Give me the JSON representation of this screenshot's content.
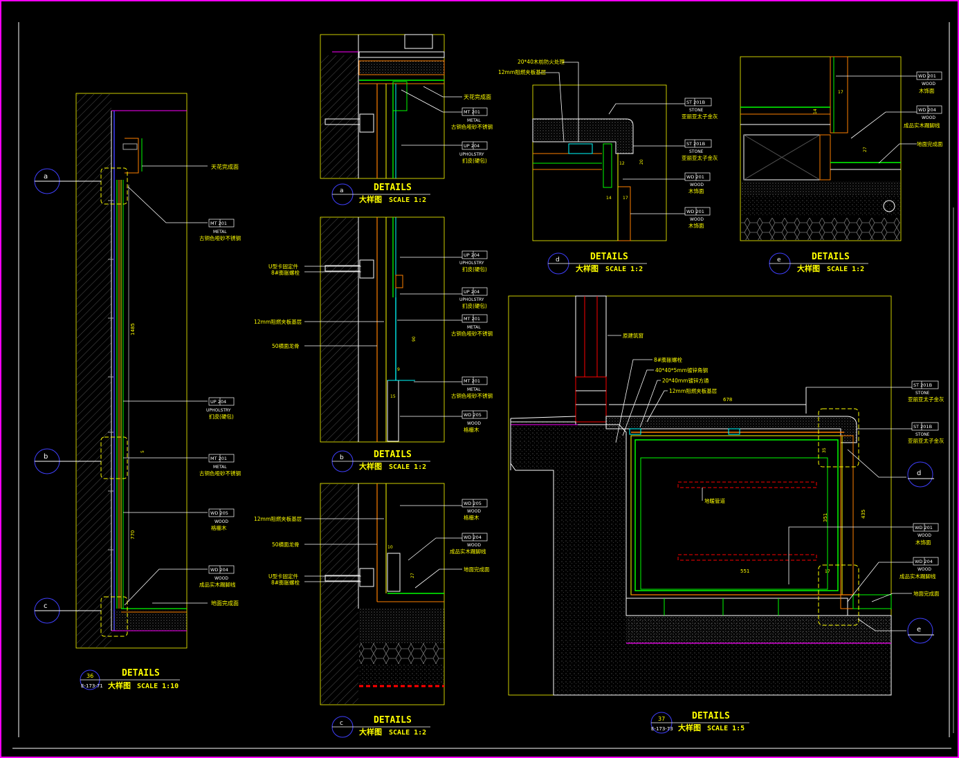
{
  "sheet": {
    "frame_color": "#ff00ff",
    "colors": {
      "yellow": "#ffff00",
      "white": "#ffffff",
      "cyan": "#00ffff",
      "green": "#00ff00",
      "red": "#ff0000",
      "magenta": "#ff00ff",
      "orange": "#ff8000",
      "blue": "#4040ff"
    }
  },
  "details": {
    "d36": {
      "marker_num": "36",
      "marker_ref": "E-173-71",
      "title": "DETAILS",
      "subtitle": "大样图",
      "scale": "SCALE  1:10"
    },
    "da": {
      "marker": "a",
      "title": "DETAILS",
      "subtitle": "大样图",
      "scale": "SCALE  1:2"
    },
    "db": {
      "marker": "b",
      "title": "DETAILS",
      "subtitle": "大样图",
      "scale": "SCALE  1:2"
    },
    "dc": {
      "marker": "c",
      "title": "DETAILS",
      "subtitle": "大样图",
      "scale": "SCALE  1:2"
    },
    "dd": {
      "marker": "d",
      "title": "DETAILS",
      "subtitle": "大样图",
      "scale": "SCALE  1:2"
    },
    "de": {
      "marker": "e",
      "title": "DETAILS",
      "subtitle": "大样图",
      "scale": "SCALE  1:2"
    },
    "d37": {
      "marker_num": "37",
      "marker_ref": "E-173-73",
      "title": "DETAILS",
      "subtitle": "大样图",
      "scale": "SCALE  1:5"
    }
  },
  "callout_markers": {
    "a": "a",
    "b": "b",
    "c": "c",
    "d": "d",
    "e": "e"
  },
  "tags": {
    "mt201": "MT 201",
    "up204": "UP 204",
    "wd205": "WD 205",
    "wd204": "WD 204",
    "wd201": "WD 201",
    "st201b": "ST 201B"
  },
  "materials": {
    "metal": "METAL",
    "upholstery": "UPHOLSTRY",
    "wood": "WOOD",
    "stone": "STONE",
    "metal_name": "古铜色哑砂不锈钢",
    "up_name": "扪皮(硬包)",
    "wd205_name": "格栅木",
    "wd204_name": "成品实木踢脚线",
    "wd201_name": "木饰面",
    "stone_name": "亚丽亚太子金灰",
    "stone_name2": "亚丽亚太子金灰"
  },
  "notes": {
    "ceiling": "天花完成面",
    "floor": "地面完成面",
    "u_clip": "U型卡固定件",
    "bolt8": "8#膨胀螺栓",
    "ply12": "12mm阻燃夹板基层",
    "keel50": "50横面龙骨",
    "wood2040": "20*40木枋防火处理",
    "wood2040b": "20*40mm镀锌方通",
    "angle40": "40*40*5mm镀锌角钢",
    "ply12b": "12mm阻燃夹板基层",
    "window": "原建筑窗",
    "pipe": "地暖管道",
    "bolt8b": "8#膨胀螺栓"
  },
  "dims": {
    "d1485": "1485",
    "d5": "5",
    "d770": "770",
    "d90": "90",
    "d10": "10",
    "d15": "15",
    "d9": "9",
    "d27": "27",
    "d678": "678",
    "d551": "551",
    "d351": "351",
    "d435": "435",
    "d17": "17",
    "d14": "14",
    "d12": "12",
    "d20": "20",
    "d35": "35"
  }
}
